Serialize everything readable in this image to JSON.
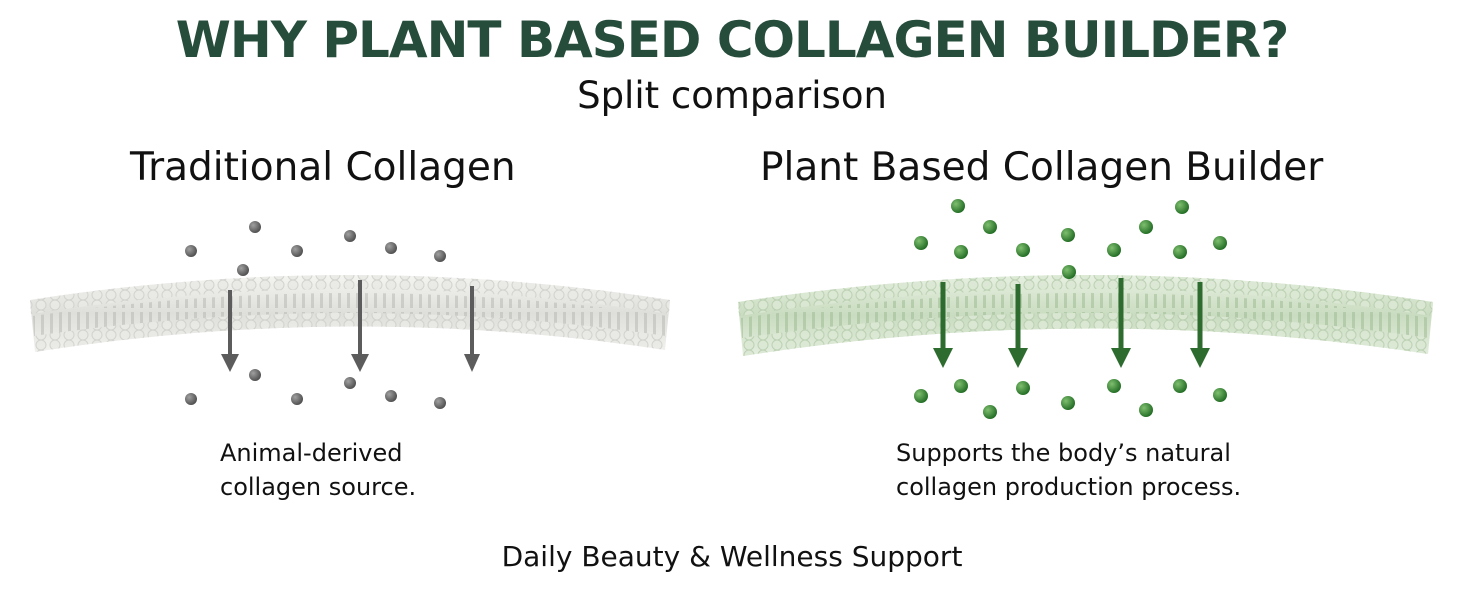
{
  "title": "WHY PLANT BASED COLLAGEN BUILDER?",
  "subtitle": "Split comparison",
  "left": {
    "heading": "Traditional Collagen",
    "caption_lines": [
      "Animal-derived",
      "collagen source."
    ],
    "illustration_icon": "membrane-gray-icon",
    "particle_color": "#6b6b6b",
    "arrow_color": "#5c5c5c"
  },
  "right": {
    "heading": "Plant Based Collagen Builder",
    "caption_lines": [
      "Supports the body’s natural",
      "collagen production process."
    ],
    "illustration_icon": "membrane-green-icon",
    "particle_color": "#2f7d2f",
    "arrow_color": "#2e6b2e"
  },
  "footer": "Daily Beauty & Wellness Support",
  "colors": {
    "title": "#264d3b",
    "text": "#111111"
  }
}
